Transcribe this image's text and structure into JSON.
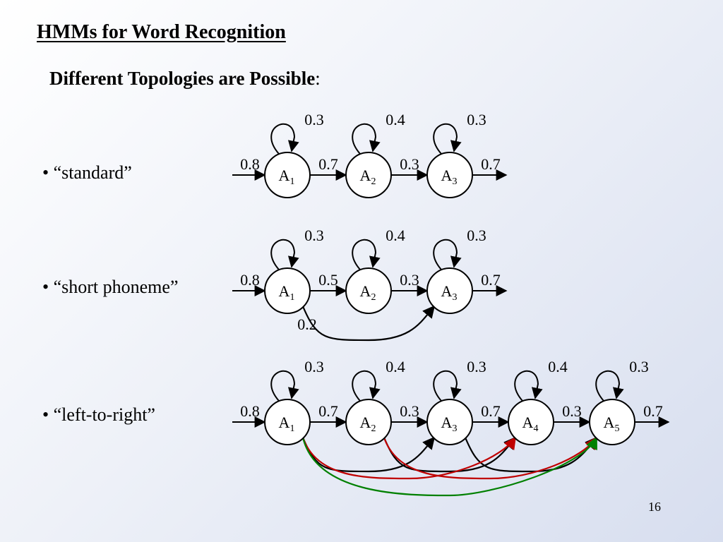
{
  "title": "HMMs for Word Recognition",
  "subtitle": {
    "bold": "Different Topologies are Possible",
    "suffix": ":"
  },
  "page_number": "16",
  "colors": {
    "edge": "#000000",
    "skip_red": "#c00000",
    "skip_green": "#008000"
  },
  "topologies": [
    {
      "label": "• “standard”",
      "states": [
        {
          "name": "A",
          "sub": "1",
          "self": "0.3"
        },
        {
          "name": "A",
          "sub": "2",
          "self": "0.4"
        },
        {
          "name": "A",
          "sub": "3",
          "self": "0.3"
        }
      ],
      "entry": "0.8",
      "transitions": [
        "0.7",
        "0.3"
      ],
      "exit": "0.7",
      "skips": []
    },
    {
      "label": "• “short phoneme”",
      "states": [
        {
          "name": "A",
          "sub": "1",
          "self": "0.3"
        },
        {
          "name": "A",
          "sub": "2",
          "self": "0.4"
        },
        {
          "name": "A",
          "sub": "3",
          "self": "0.3"
        }
      ],
      "entry": "0.8",
      "transitions": [
        "0.5",
        "0.3"
      ],
      "exit": "0.7",
      "skips": [
        {
          "from": 0,
          "to": 2,
          "color": "black",
          "label": "0.2"
        }
      ]
    },
    {
      "label": "• “left-to-right”",
      "states": [
        {
          "name": "A",
          "sub": "1",
          "self": "0.3"
        },
        {
          "name": "A",
          "sub": "2",
          "self": "0.4"
        },
        {
          "name": "A",
          "sub": "3",
          "self": "0.3"
        },
        {
          "name": "A",
          "sub": "4",
          "self": "0.4"
        },
        {
          "name": "A",
          "sub": "5",
          "self": "0.3"
        }
      ],
      "entry": "0.8",
      "transitions": [
        "0.7",
        "0.3",
        "0.7",
        "0.3"
      ],
      "exit": "0.7",
      "skips": [
        {
          "from": 0,
          "to": 2,
          "color": "black",
          "label": ""
        },
        {
          "from": 1,
          "to": 3,
          "color": "black",
          "label": ""
        },
        {
          "from": 2,
          "to": 4,
          "color": "black",
          "label": ""
        },
        {
          "from": 0,
          "to": 3,
          "color": "red",
          "label": ""
        },
        {
          "from": 1,
          "to": 4,
          "color": "red",
          "label": ""
        },
        {
          "from": 0,
          "to": 4,
          "color": "green",
          "label": ""
        }
      ]
    }
  ]
}
